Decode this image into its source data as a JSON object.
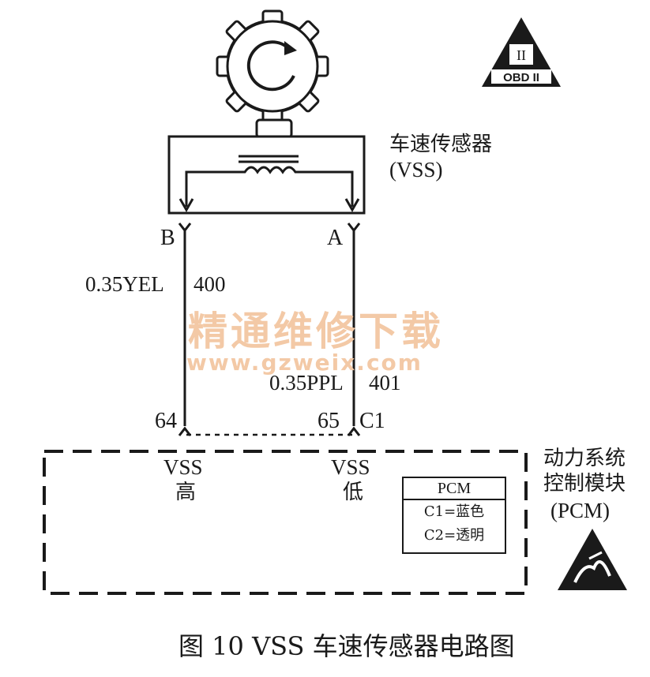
{
  "sensor": {
    "name_cn": "车速传感器",
    "name_en": "(VSS)"
  },
  "obd_badge": {
    "class_mark": "II",
    "label": "OBD II"
  },
  "wires": [
    {
      "pin_top": "B",
      "gauge_color": "0.35YEL",
      "circuit": "400",
      "pin_bottom": "64",
      "signal_en": "VSS",
      "signal_cn": "高"
    },
    {
      "pin_top": "A",
      "gauge_color": "0.35PPL",
      "circuit": "401",
      "pin_bottom": "65",
      "signal_en": "VSS",
      "signal_cn": "低"
    }
  ],
  "connector_label": "C1",
  "module": {
    "name_cn_line1": "动力系统",
    "name_cn_line2": "控制模块",
    "name_en": "(PCM)"
  },
  "pcm_legend": {
    "title": "PCM",
    "rows": [
      "C1=蓝色",
      "C2=透明"
    ]
  },
  "watermark": {
    "line1": "精通维修下载",
    "line2": "www.gzweix.com"
  },
  "caption": "图 10   VSS 车速传感器电路图",
  "icons": [
    "reluctor-wheel-icon",
    "obd-ii-triangle-icon",
    "esd-warning-icon",
    "inductive-coil-icon"
  ]
}
